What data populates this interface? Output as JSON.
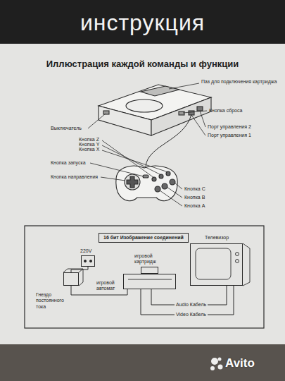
{
  "diagram": {
    "title": "инструкция",
    "nodes": [
      {
        "text": [
          "16 бит Изображение соединений"
        ]
      },
      {
        "text": [
          "220V"
        ]
      },
      {
        "text": [
          "Гнездо постоянного тока"
        ]
      },
      {
        "text": [
          "игровой картридж"
        ]
      },
      {
        "text": [
          "игровой автомат"
        ]
      },
      {
        "text": [
          "Телевизор"
        ]
      }
    ],
    "edges": [
      {
        "from": 1,
        "to": 2,
        "arrow": "none"
      },
      {
        "from": 2,
        "to": 4,
        "arrow": "none"
      },
      {
        "from": 4,
        "to": 5,
        "label": "Audio Кабель",
        "arrow": "none"
      },
      {
        "from": 4,
        "to": 5,
        "label": "Video Кабель",
        "arrow": "none"
      }
    ],
    "labels": [
      "Иллюстрация каждой команды и функции",
      "Паз для подключения картриджа",
      "Кнопка сброса",
      "Порт управления 2",
      "Порт управления 1",
      "Выключатель",
      "Кнопка Z",
      "Кнопка Y",
      "Кнопка X",
      "Кнопка запуска",
      "Кнопка направления",
      "Кнопка С",
      "Кнопка В",
      "Кнопка А",
      "Avito"
    ]
  }
}
